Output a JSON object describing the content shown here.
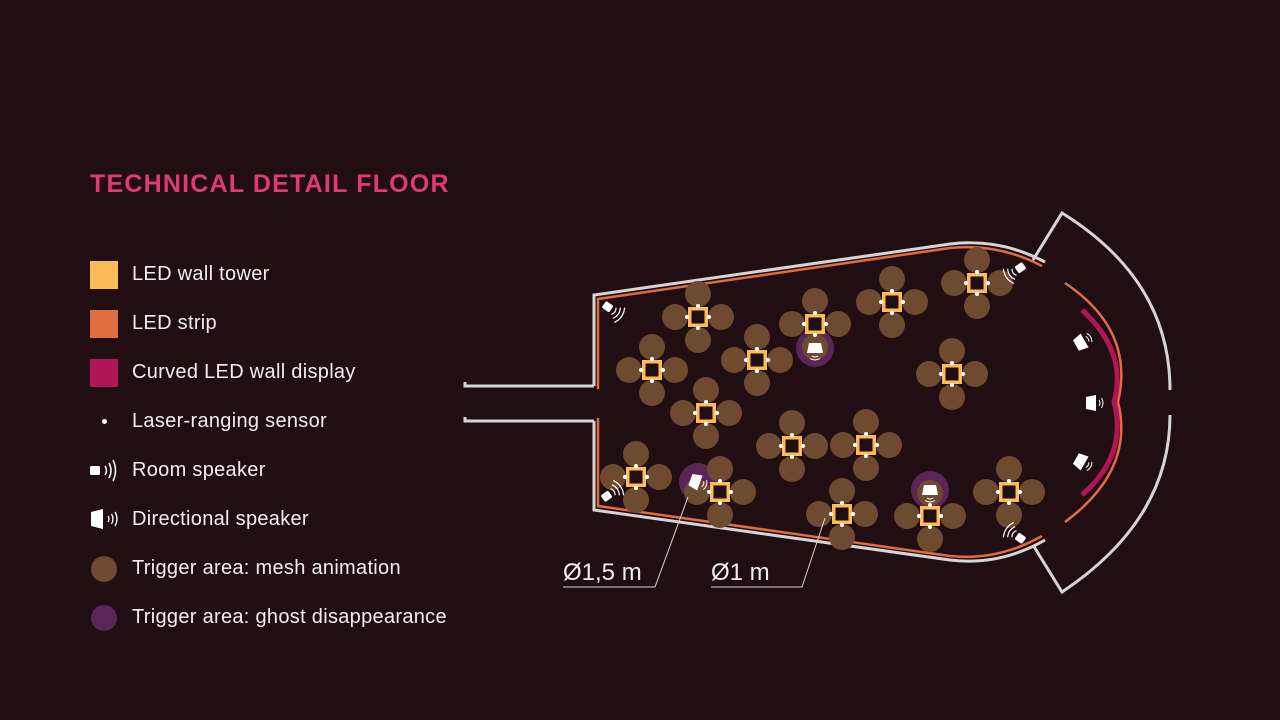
{
  "title": "TECHNICAL DETAIL FLOOR",
  "colors": {
    "background": "#200e13",
    "title": "#e03a74",
    "led_tower": "#fcbd58",
    "led_strip": "#e06c3f",
    "curved_led": "#b01656",
    "sensor": "#ffffff",
    "mesh_area": "#6e4a30",
    "ghost_area": "#5a2656",
    "wall": "#d8d4d6"
  },
  "legend": [
    {
      "label": "LED wall tower",
      "icon": "square-swatch"
    },
    {
      "label": "LED strip",
      "icon": "square-swatch"
    },
    {
      "label": "Curved LED wall display",
      "icon": "square-swatch"
    },
    {
      "label": "Laser-ranging sensor",
      "icon": "dot-icon"
    },
    {
      "label": "Room speaker",
      "icon": "room-speaker-icon"
    },
    {
      "label": "Directional speaker",
      "icon": "directional-speaker-icon"
    },
    {
      "label": "Trigger area: mesh animation",
      "icon": "circle-swatch"
    },
    {
      "label": "Trigger area: ghost disappearance",
      "icon": "circle-swatch"
    }
  ],
  "dimensions": [
    {
      "label": "Ø1,5 m"
    },
    {
      "label": "Ø1 m"
    }
  ]
}
